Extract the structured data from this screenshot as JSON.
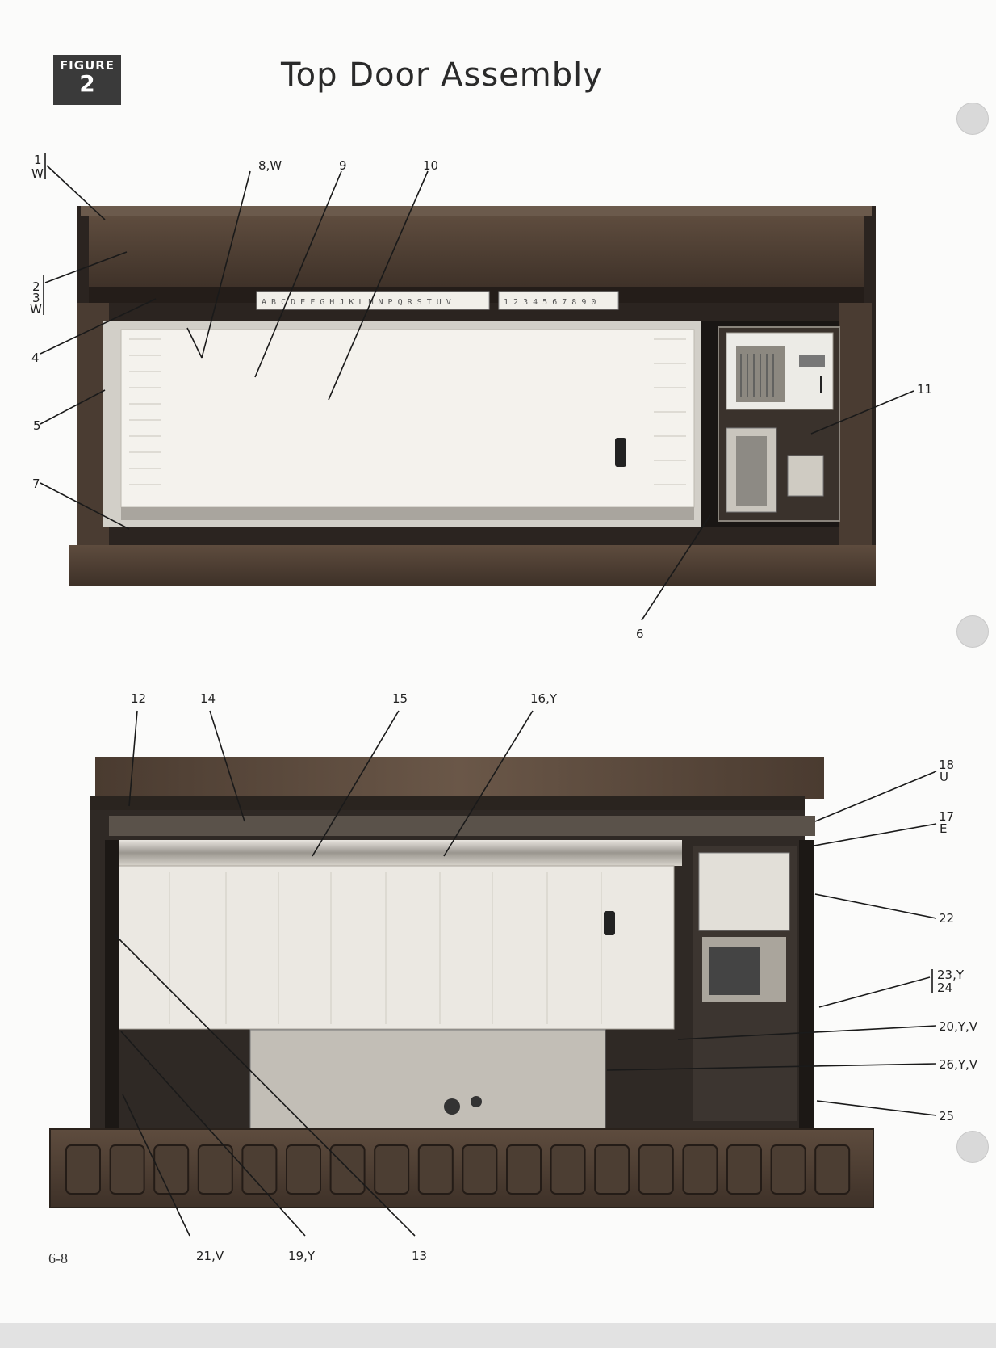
{
  "figure": {
    "word": "FIGURE",
    "number": "2"
  },
  "title": "Top Door Assembly",
  "page_number": "6-8",
  "photo_top": {
    "selector_letters": "A B C D E F G H J K L M N P Q R S T U V",
    "selector_numbers": "1 2 3 4 5 6 7 8 9 0",
    "labels": {
      "l1": "1",
      "l1w": "W",
      "l2": "2",
      "l3": "3",
      "l3w": "W",
      "l4": "4",
      "l5": "5",
      "l7": "7",
      "l8": "8,W",
      "l9": "9",
      "l10": "10",
      "l11": "11",
      "l6": "6"
    }
  },
  "photo_bottom": {
    "labels": {
      "l12": "12",
      "l14": "14",
      "l15": "15",
      "l16": "16,Y",
      "l18": "18",
      "l18b": "U",
      "l17": "17",
      "l17b": "E",
      "l22": "22",
      "l23": "23,Y",
      "l24": "24",
      "l20": "20,Y,V",
      "l26": "26,Y,V",
      "l25": "25",
      "l21": "21,V",
      "l19": "19,Y",
      "l13": "13"
    }
  }
}
